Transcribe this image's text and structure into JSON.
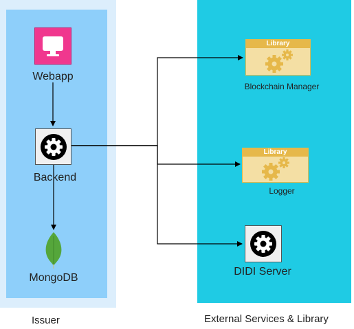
{
  "groups": {
    "issuer": {
      "label": "Issuer"
    },
    "external": {
      "label": "External Services & Library"
    }
  },
  "nodes": {
    "webapp": {
      "label": "Webapp",
      "icon": "monitor-icon"
    },
    "backend": {
      "label": "Backend",
      "icon": "gear-icon"
    },
    "mongodb": {
      "label": "MongoDB",
      "icon": "mongodb-leaf-icon"
    },
    "blockchain_manager": {
      "label": "Blockchain Manager",
      "header": "Library",
      "icon": "gears-icon"
    },
    "logger": {
      "label": "Logger",
      "header": "Library",
      "icon": "gears-icon"
    },
    "didi_server": {
      "label": "DIDI Server",
      "icon": "gear-icon"
    }
  },
  "colors": {
    "issuer_outer": "#dceefc",
    "issuer_inner": "#8ecffa",
    "external_bg": "#1fcbe4",
    "webapp_icon_bg": "#f0378e",
    "library_fill": "#f4dfa4",
    "library_header": "#e6b84a",
    "mongodb_green": "#55a63b"
  }
}
